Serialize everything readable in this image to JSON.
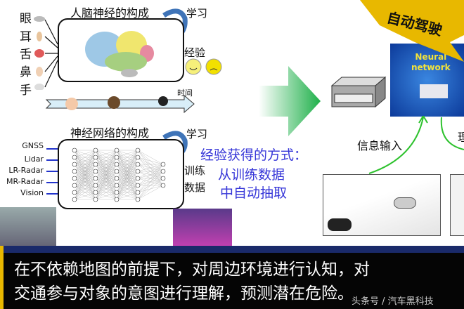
{
  "brain_section": {
    "title": "人脑神经的构成",
    "learn": "学习",
    "experience": "经验",
    "time": "时间",
    "senses": [
      "眼",
      "耳",
      "舌",
      "鼻",
      "手"
    ]
  },
  "nn_section": {
    "title": "神经网络的构成",
    "learn": "学习",
    "training_data_1": "训练",
    "training_data_2": "数据",
    "sensors": [
      "GNSS",
      "Lidar",
      "LR-Radar",
      "MR-Radar",
      "Vision"
    ]
  },
  "method": {
    "line1": "经验获得的方式：",
    "line2": "从训练数据",
    "line3": "中自动抽取"
  },
  "autonomous": {
    "banner": "自动驾驶",
    "nn_label_1": "Neural",
    "nn_label_2": "network",
    "input_label": "信息输入",
    "partial_label": "理"
  },
  "caption": {
    "line1": "在不依赖地图的前提下，对周边环境进行认知，对",
    "line2": "交通参与对象的意图进行理解，预测潜在危险。",
    "watermark": "头条号 / 汽车黑科技"
  },
  "colors": {
    "accent_blue": "#3636d8",
    "arrow_green": "#1fb04a",
    "banner_yellow": "#e8b800",
    "caption_bg": "#050505"
  }
}
